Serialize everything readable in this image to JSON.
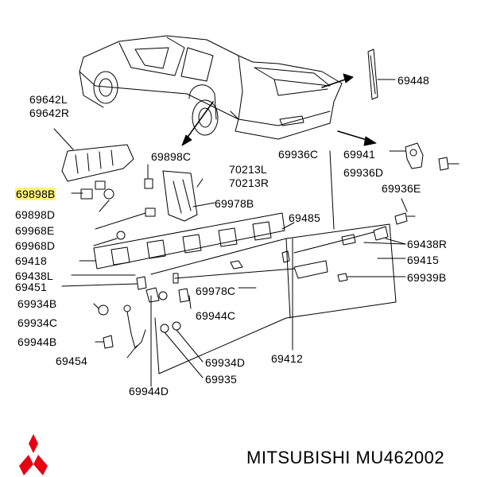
{
  "labels": {
    "l69448": "69448",
    "l69642L": "69642L",
    "l69642R": "69642R",
    "l69898C": "69898C",
    "l69936C": "69936C",
    "l69941": "69941",
    "l69936D": "69936D",
    "l69936E": "69936E",
    "l70213L": "70213L",
    "l70213R": "70213R",
    "l69898B": "69898B",
    "l69898D": "69898D",
    "l69978B": "69978B",
    "l69968E": "69968E",
    "l69485": "69485",
    "l69968D": "69968D",
    "l69438R": "69438R",
    "l69418": "69418",
    "l69415": "69415",
    "l69438L": "69438L",
    "l69939B": "69939B",
    "l69451": "69451",
    "l69978C": "69978C",
    "l69934B": "69934B",
    "l69944C": "69944C",
    "l69934C": "69934C",
    "l69944B": "69944B",
    "l69454": "69454",
    "l69934D": "69934D",
    "l69412": "69412",
    "l69935": "69935",
    "l69944D": "69944D"
  },
  "highlighted_part": "69898B",
  "highlight_color": "#fff37a",
  "brand_logo": "mitsubishi-three-diamonds-logo",
  "brand_logo_color": "#e60012",
  "footer": {
    "brand_part_number": "MITSUBISHI MU462002"
  }
}
